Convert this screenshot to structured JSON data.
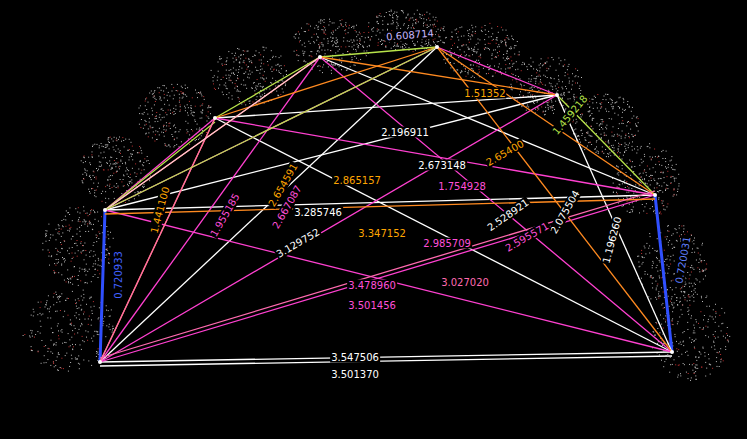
{
  "diagram": {
    "labels": [
      "0.608714",
      "1.51352",
      "1.459218",
      "2.196911",
      "2.65400",
      "2.673148",
      "2.865157",
      "1.754928",
      "2.654591",
      "2.667087",
      "1.955185",
      "1.441100",
      "0.720933",
      "3.285746",
      "2.528921",
      "2.075504",
      "1.196260",
      "0.720031",
      "3.129752",
      "3.347152",
      "2.985709",
      "2.595571",
      "3.027020",
      "3.478960",
      "3.501456",
      "3.547506",
      "3.501370"
    ]
  }
}
